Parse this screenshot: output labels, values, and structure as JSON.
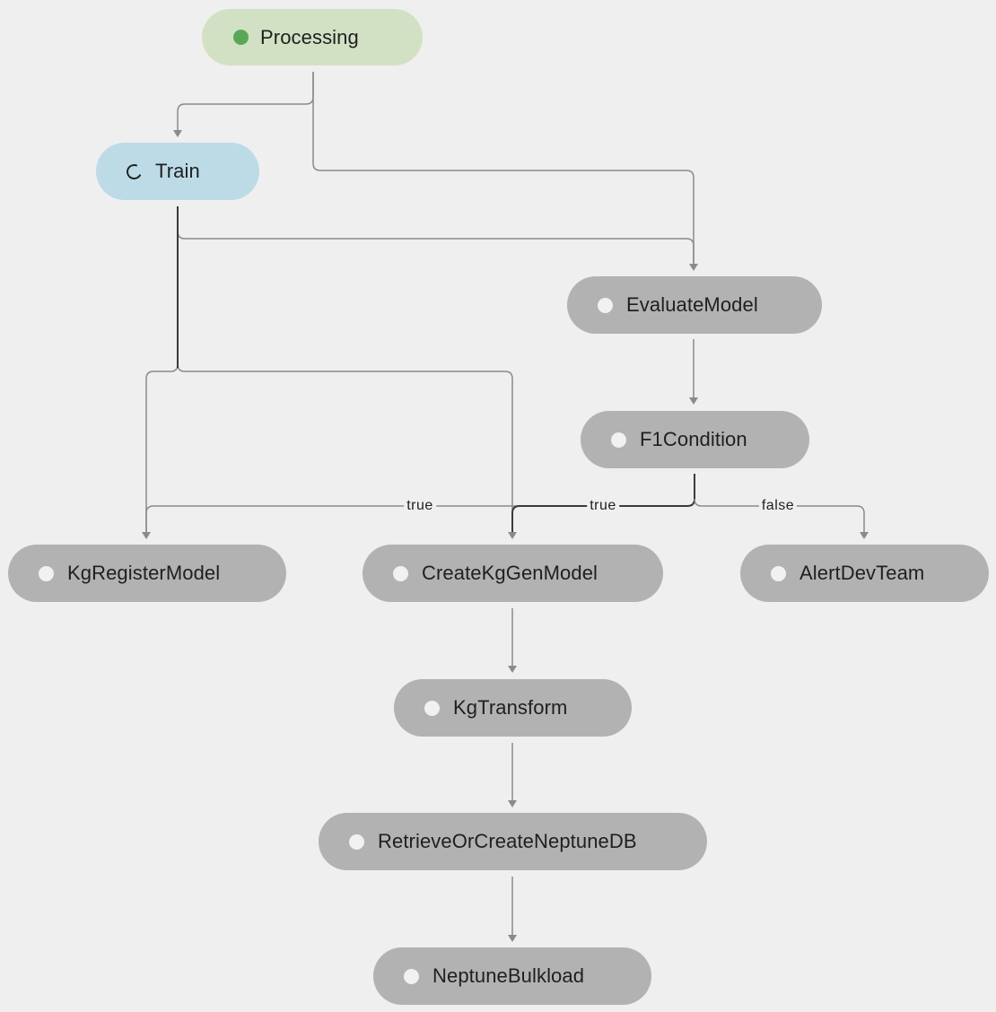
{
  "nodes": [
    {
      "id": "processing",
      "label": "Processing",
      "status": "succeeded"
    },
    {
      "id": "train",
      "label": "Train",
      "status": "executing"
    },
    {
      "id": "evaluate",
      "label": "EvaluateModel",
      "status": "pending"
    },
    {
      "id": "f1",
      "label": "F1Condition",
      "status": "pending"
    },
    {
      "id": "register",
      "label": "KgRegisterModel",
      "status": "pending"
    },
    {
      "id": "create",
      "label": "CreateKgGenModel",
      "status": "pending"
    },
    {
      "id": "alert",
      "label": "AlertDevTeam",
      "status": "pending"
    },
    {
      "id": "transform",
      "label": "KgTransform",
      "status": "pending"
    },
    {
      "id": "retrieve",
      "label": "RetrieveOrCreateNeptuneDB",
      "status": "pending"
    },
    {
      "id": "bulkload",
      "label": "NeptuneBulkload",
      "status": "pending"
    }
  ],
  "edges": [
    {
      "from": "processing",
      "to": "train"
    },
    {
      "from": "processing",
      "to": "evaluate"
    },
    {
      "from": "train",
      "to": "evaluate"
    },
    {
      "from": "train",
      "to": "register"
    },
    {
      "from": "train",
      "to": "create"
    },
    {
      "from": "evaluate",
      "to": "f1"
    },
    {
      "from": "f1",
      "to": "register",
      "label": "true"
    },
    {
      "from": "f1",
      "to": "create",
      "label": "true"
    },
    {
      "from": "f1",
      "to": "alert",
      "label": "false"
    },
    {
      "from": "create",
      "to": "transform"
    },
    {
      "from": "transform",
      "to": "retrieve"
    },
    {
      "from": "retrieve",
      "to": "bulkload"
    }
  ],
  "colors": {
    "succeeded": "#d2e1c3",
    "executing": "#bcdbe7",
    "pending": "#b2b2b2",
    "status_succeeded_dot": "#5aa857",
    "edge": "#8a8a8a",
    "background": "#efefef"
  }
}
